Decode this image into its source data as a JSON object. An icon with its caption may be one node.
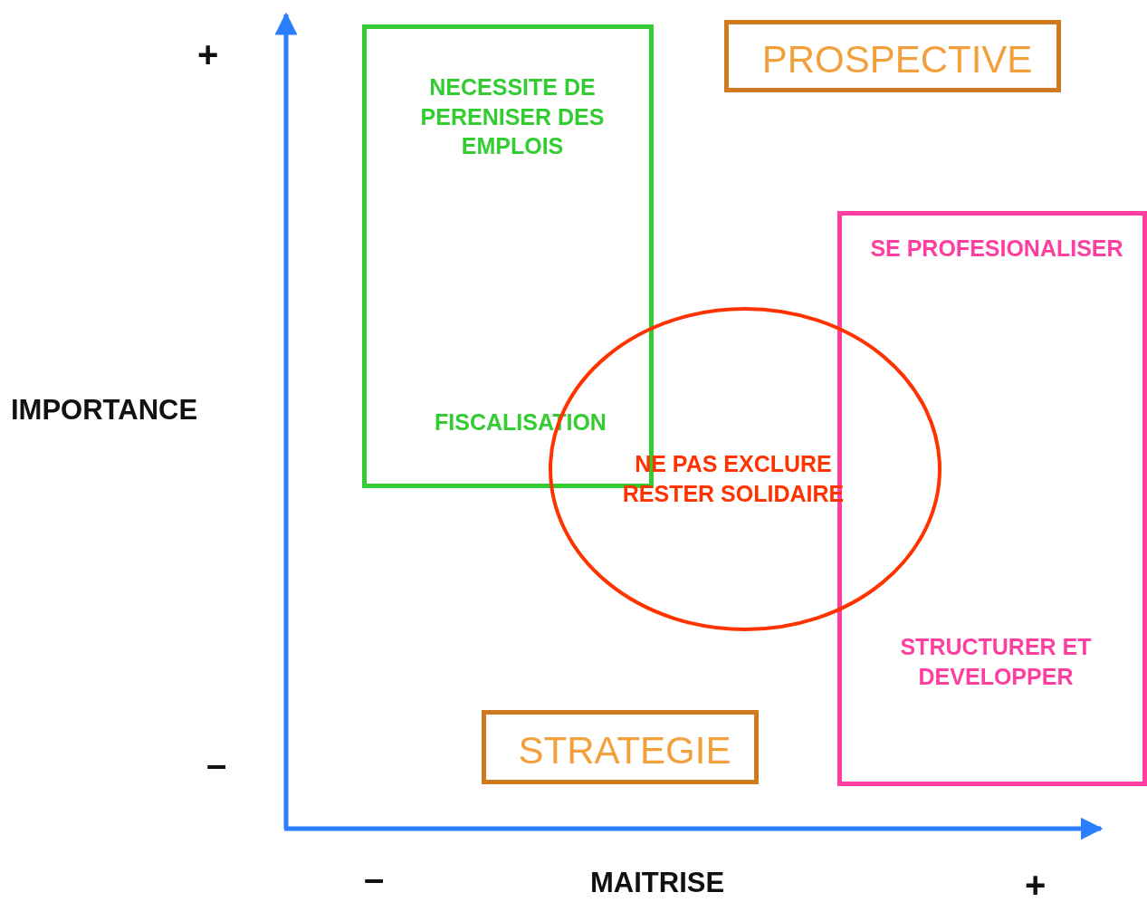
{
  "diagram": {
    "nodes": [
      {
        "text": [
          "NECESSITE DE PERENISER DES EMPLOIS",
          "FISCALISATION"
        ]
      },
      {
        "text": [
          "PROSPECTIVE"
        ]
      },
      {
        "text": [
          "SE PROFESIONALISER",
          "STRUCTURER ET DEVELOPPER"
        ]
      },
      {
        "text": [
          "NE PAS EXCLURE RESTER SOLIDAIRE"
        ]
      },
      {
        "text": [
          "STRATEGIE"
        ]
      }
    ],
    "labels": [
      "+",
      "IMPORTANCE",
      "–",
      "–",
      "MAITRISE",
      "+"
    ]
  }
}
